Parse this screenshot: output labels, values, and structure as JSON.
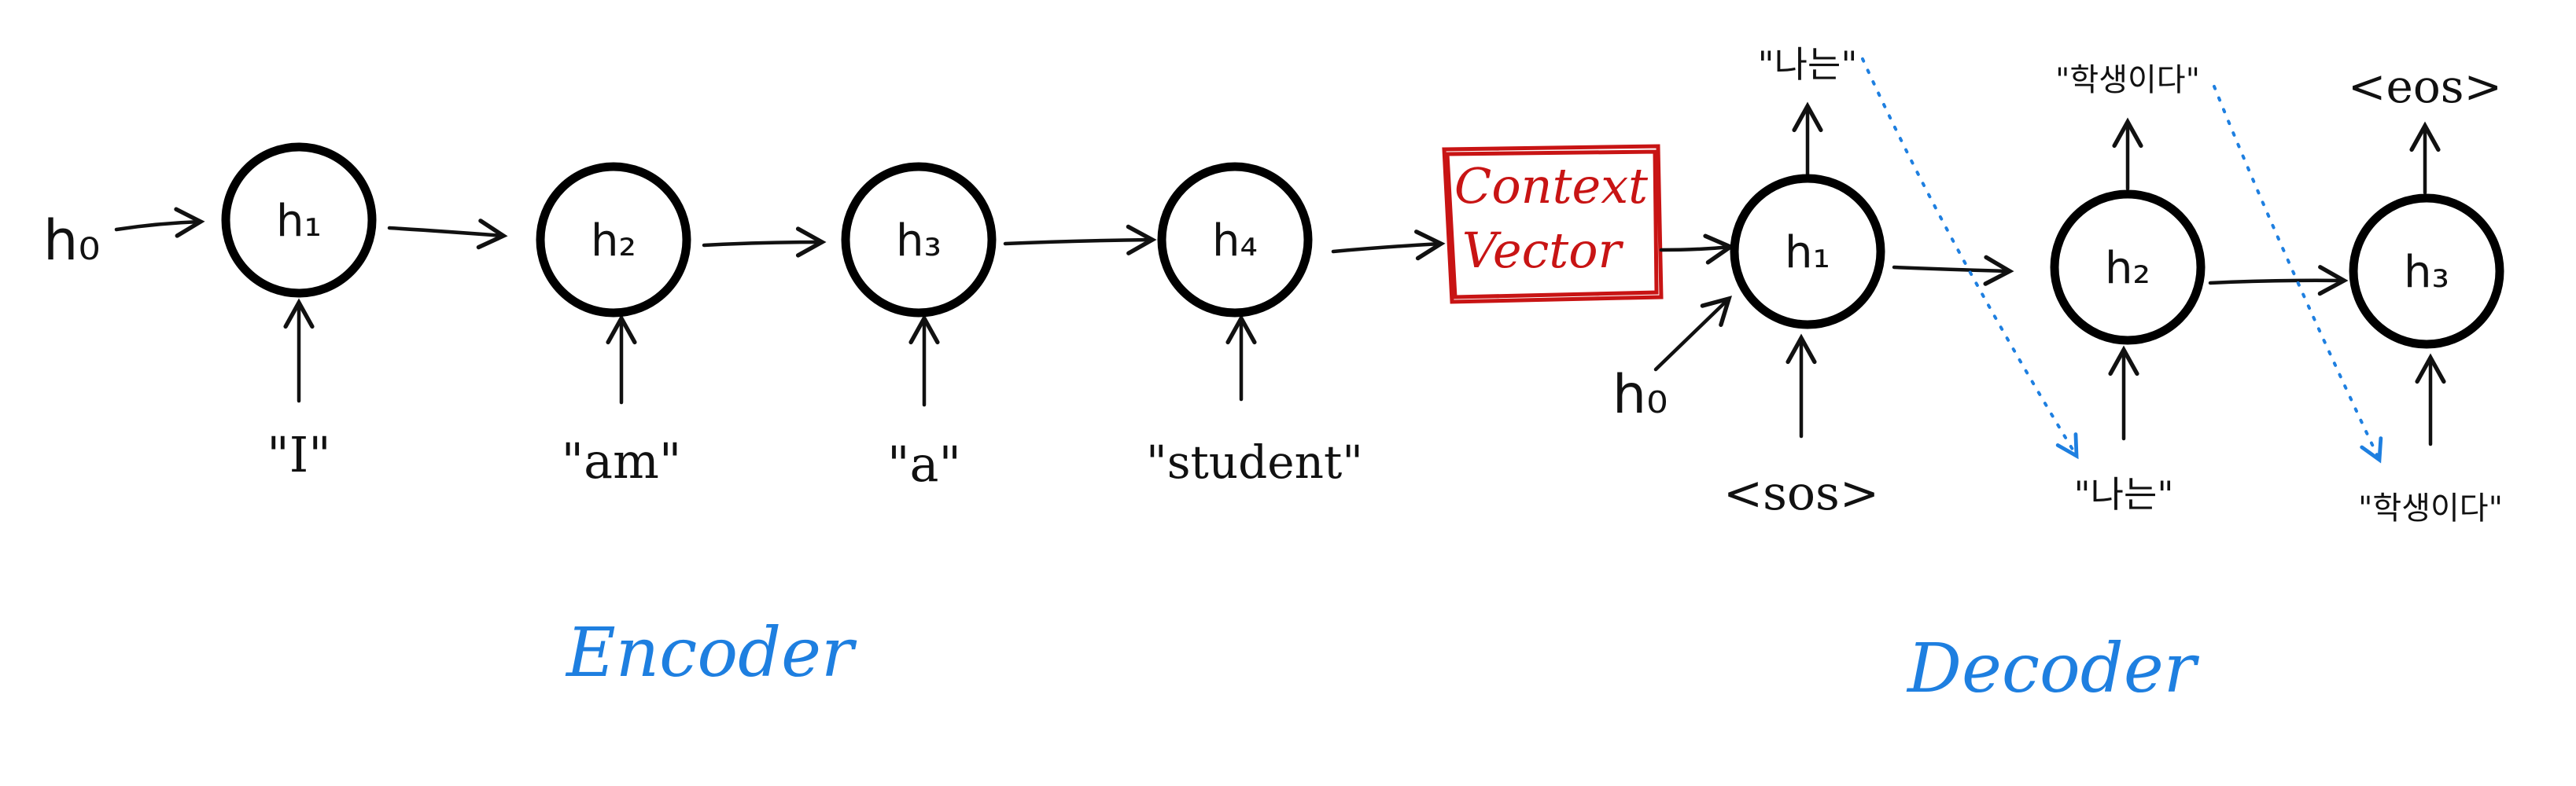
{
  "colors": {
    "ink": "#111111",
    "context": "#c81414",
    "section": "#1e7fe0"
  },
  "encoder": {
    "initial_state": "h₀",
    "nodes": [
      "h₁",
      "h₂",
      "h₃",
      "h₄"
    ],
    "inputs": [
      "\"I\"",
      "\"am\"",
      "\"a\"",
      "\"student\""
    ],
    "label": "Encoder"
  },
  "context_vector": {
    "line1": "Context",
    "line2": "Vector"
  },
  "decoder": {
    "initial_state": "h₀",
    "nodes": [
      "h₁",
      "h₂",
      "h₃"
    ],
    "inputs": [
      "<sos>",
      "\"나는\"",
      "\"학생이다\""
    ],
    "outputs": [
      "\"나는\"",
      "\"학생이다\"",
      "<eos>"
    ],
    "label": "Decoder"
  }
}
